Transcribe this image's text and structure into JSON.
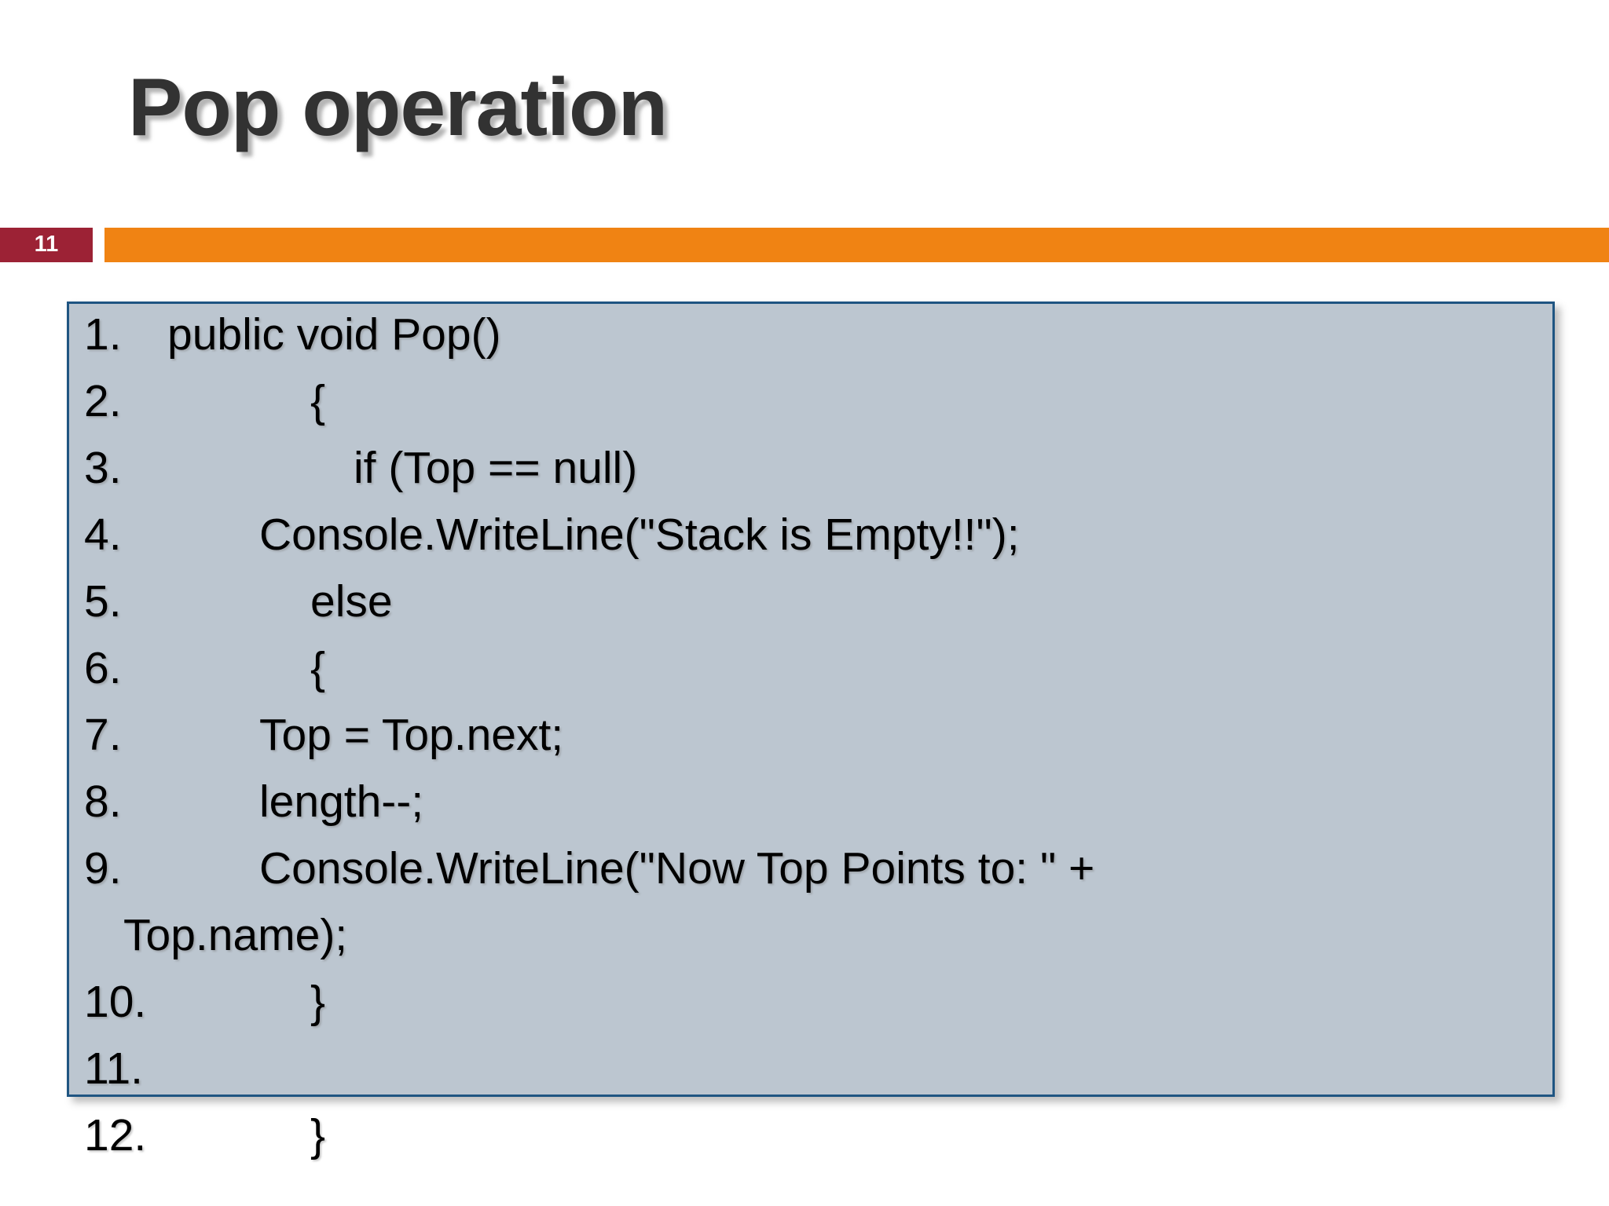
{
  "slide": {
    "title": "Pop operation",
    "number": "11",
    "accent_color": "#F08313",
    "badge_color": "#9C2235",
    "code_box_fill": "#BCC6D0",
    "code_box_border": "#1F5582",
    "title_color": "#323232"
  },
  "code": {
    "language": "csharp",
    "lines": [
      {
        "n": "1.",
        "text": "public void Pop()",
        "indent": "i0"
      },
      {
        "n": "2.",
        "text": "{",
        "indent": "i2"
      },
      {
        "n": "3.",
        "text": "if (Top == null)",
        "indent": "i3"
      },
      {
        "n": "4.",
        "text": "Console.WriteLine(\"Stack is Empty!!\");",
        "indent": "i1"
      },
      {
        "n": "5.",
        "text": "else",
        "indent": "i2"
      },
      {
        "n": "6.",
        "text": "{",
        "indent": "i2"
      },
      {
        "n": "7.",
        "text": "Top = Top.next;",
        "indent": "i1"
      },
      {
        "n": "8.",
        "text": "length--;",
        "indent": "i1"
      },
      {
        "n": "9.",
        "text": "Console.WriteLine(\"Now Top Points to: \" +",
        "indent": "i1",
        "wrap": "Top.name);"
      },
      {
        "n": "10.",
        "text": "}",
        "indent": "i2",
        "wide": true
      },
      {
        "n": "11.",
        "text": "",
        "indent": "i2",
        "wide": true
      },
      {
        "n": "12.",
        "text": "}",
        "indent": "i2",
        "wide": true
      }
    ]
  }
}
